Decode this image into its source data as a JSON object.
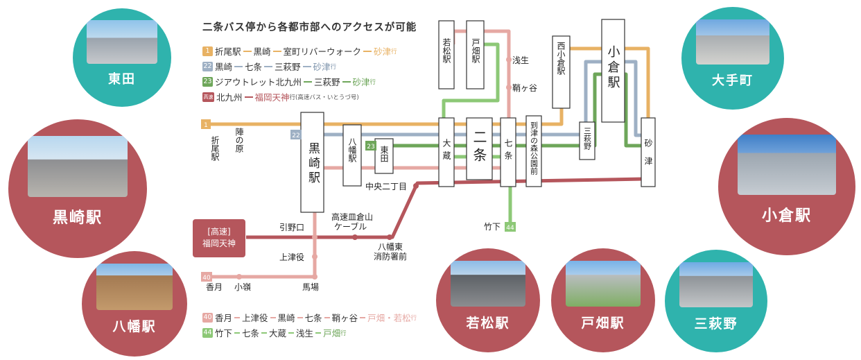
{
  "title": "二条バス停から各都市部へのアクセスが可能",
  "colors": {
    "orange": "#e8b264",
    "blue": "#9eb0c4",
    "green": "#6ea65a",
    "pink": "#e6a8a3",
    "red": "#b5565c",
    "teal": "#2fb3ad",
    "light_green": "#8dc877"
  },
  "legend_top": [
    {
      "badge": "1",
      "stops": [
        "折尾駅",
        "黒崎",
        "室町リバーウォーク"
      ],
      "dest": "砂津",
      "suffix": "行"
    },
    {
      "badge": "22",
      "stops": [
        "黒崎",
        "七条",
        "三萩野"
      ],
      "dest": "砂津",
      "suffix": "行"
    },
    {
      "badge": "23",
      "stops": [
        "ジアウトレット北九州",
        "三萩野"
      ],
      "dest": "砂津",
      "suffix": "行"
    },
    {
      "badge": "高速",
      "stops": [
        "北九州"
      ],
      "dest": "福岡天神",
      "suffix": "行(高速バス・いとうづ号)"
    }
  ],
  "legend_bottom": [
    {
      "badge": "40",
      "stops": [
        "香月",
        "上津役",
        "黒崎",
        "七条",
        "鞘ヶ谷"
      ],
      "dest": "戸畑・若松",
      "suffix": "行"
    },
    {
      "badge": "44",
      "stops": [
        "竹下",
        "七条",
        "大蔵",
        "浅生"
      ],
      "dest": "戸畑",
      "suffix": "行"
    }
  ],
  "areas": {
    "higashida": "東田",
    "kurosaki": "黒崎駅",
    "yahata": "八幡駅",
    "otemachi": "大手町",
    "kokura": "小倉駅",
    "wakamatsu": "若松駅",
    "tobata": "戸畑駅",
    "mihagino": "三萩野"
  },
  "stations": {
    "orio": "折尾駅",
    "jinnohara": "陣の原",
    "kurosaki": "黒崎駅",
    "yahata": "八幡駅",
    "higashida": "東田",
    "chuo": "中央二丁目",
    "okura": "大蔵",
    "nijo": "二条",
    "shichijo": "七条",
    "itozu": "到津の森公園前",
    "nishikokura": "西小倉駅",
    "kokura": "小倉駅",
    "mihagino": "三萩野",
    "sunatsu": "砂津",
    "wakamatsu": "若松駅",
    "tobata": "戸畑駅",
    "aso": "浅生",
    "sayagatani": "鞘ヶ谷",
    "takeshita": "竹下",
    "hikinokuchi": "引野口",
    "sarakura1": "高速皿倉山",
    "sarakura2": "ケーブル",
    "yahatahigashi1": "八幡東",
    "yahatahigashi2": "消防署前",
    "kozakiyaku": "上津役",
    "kazuki": "香月",
    "komine": "小嶺",
    "baba": "馬場",
    "express1": "[高速]",
    "express2": "福岡天神"
  },
  "badges": {
    "r1": "1",
    "r22": "22",
    "r23": "23",
    "r40": "40",
    "r44": "44"
  }
}
